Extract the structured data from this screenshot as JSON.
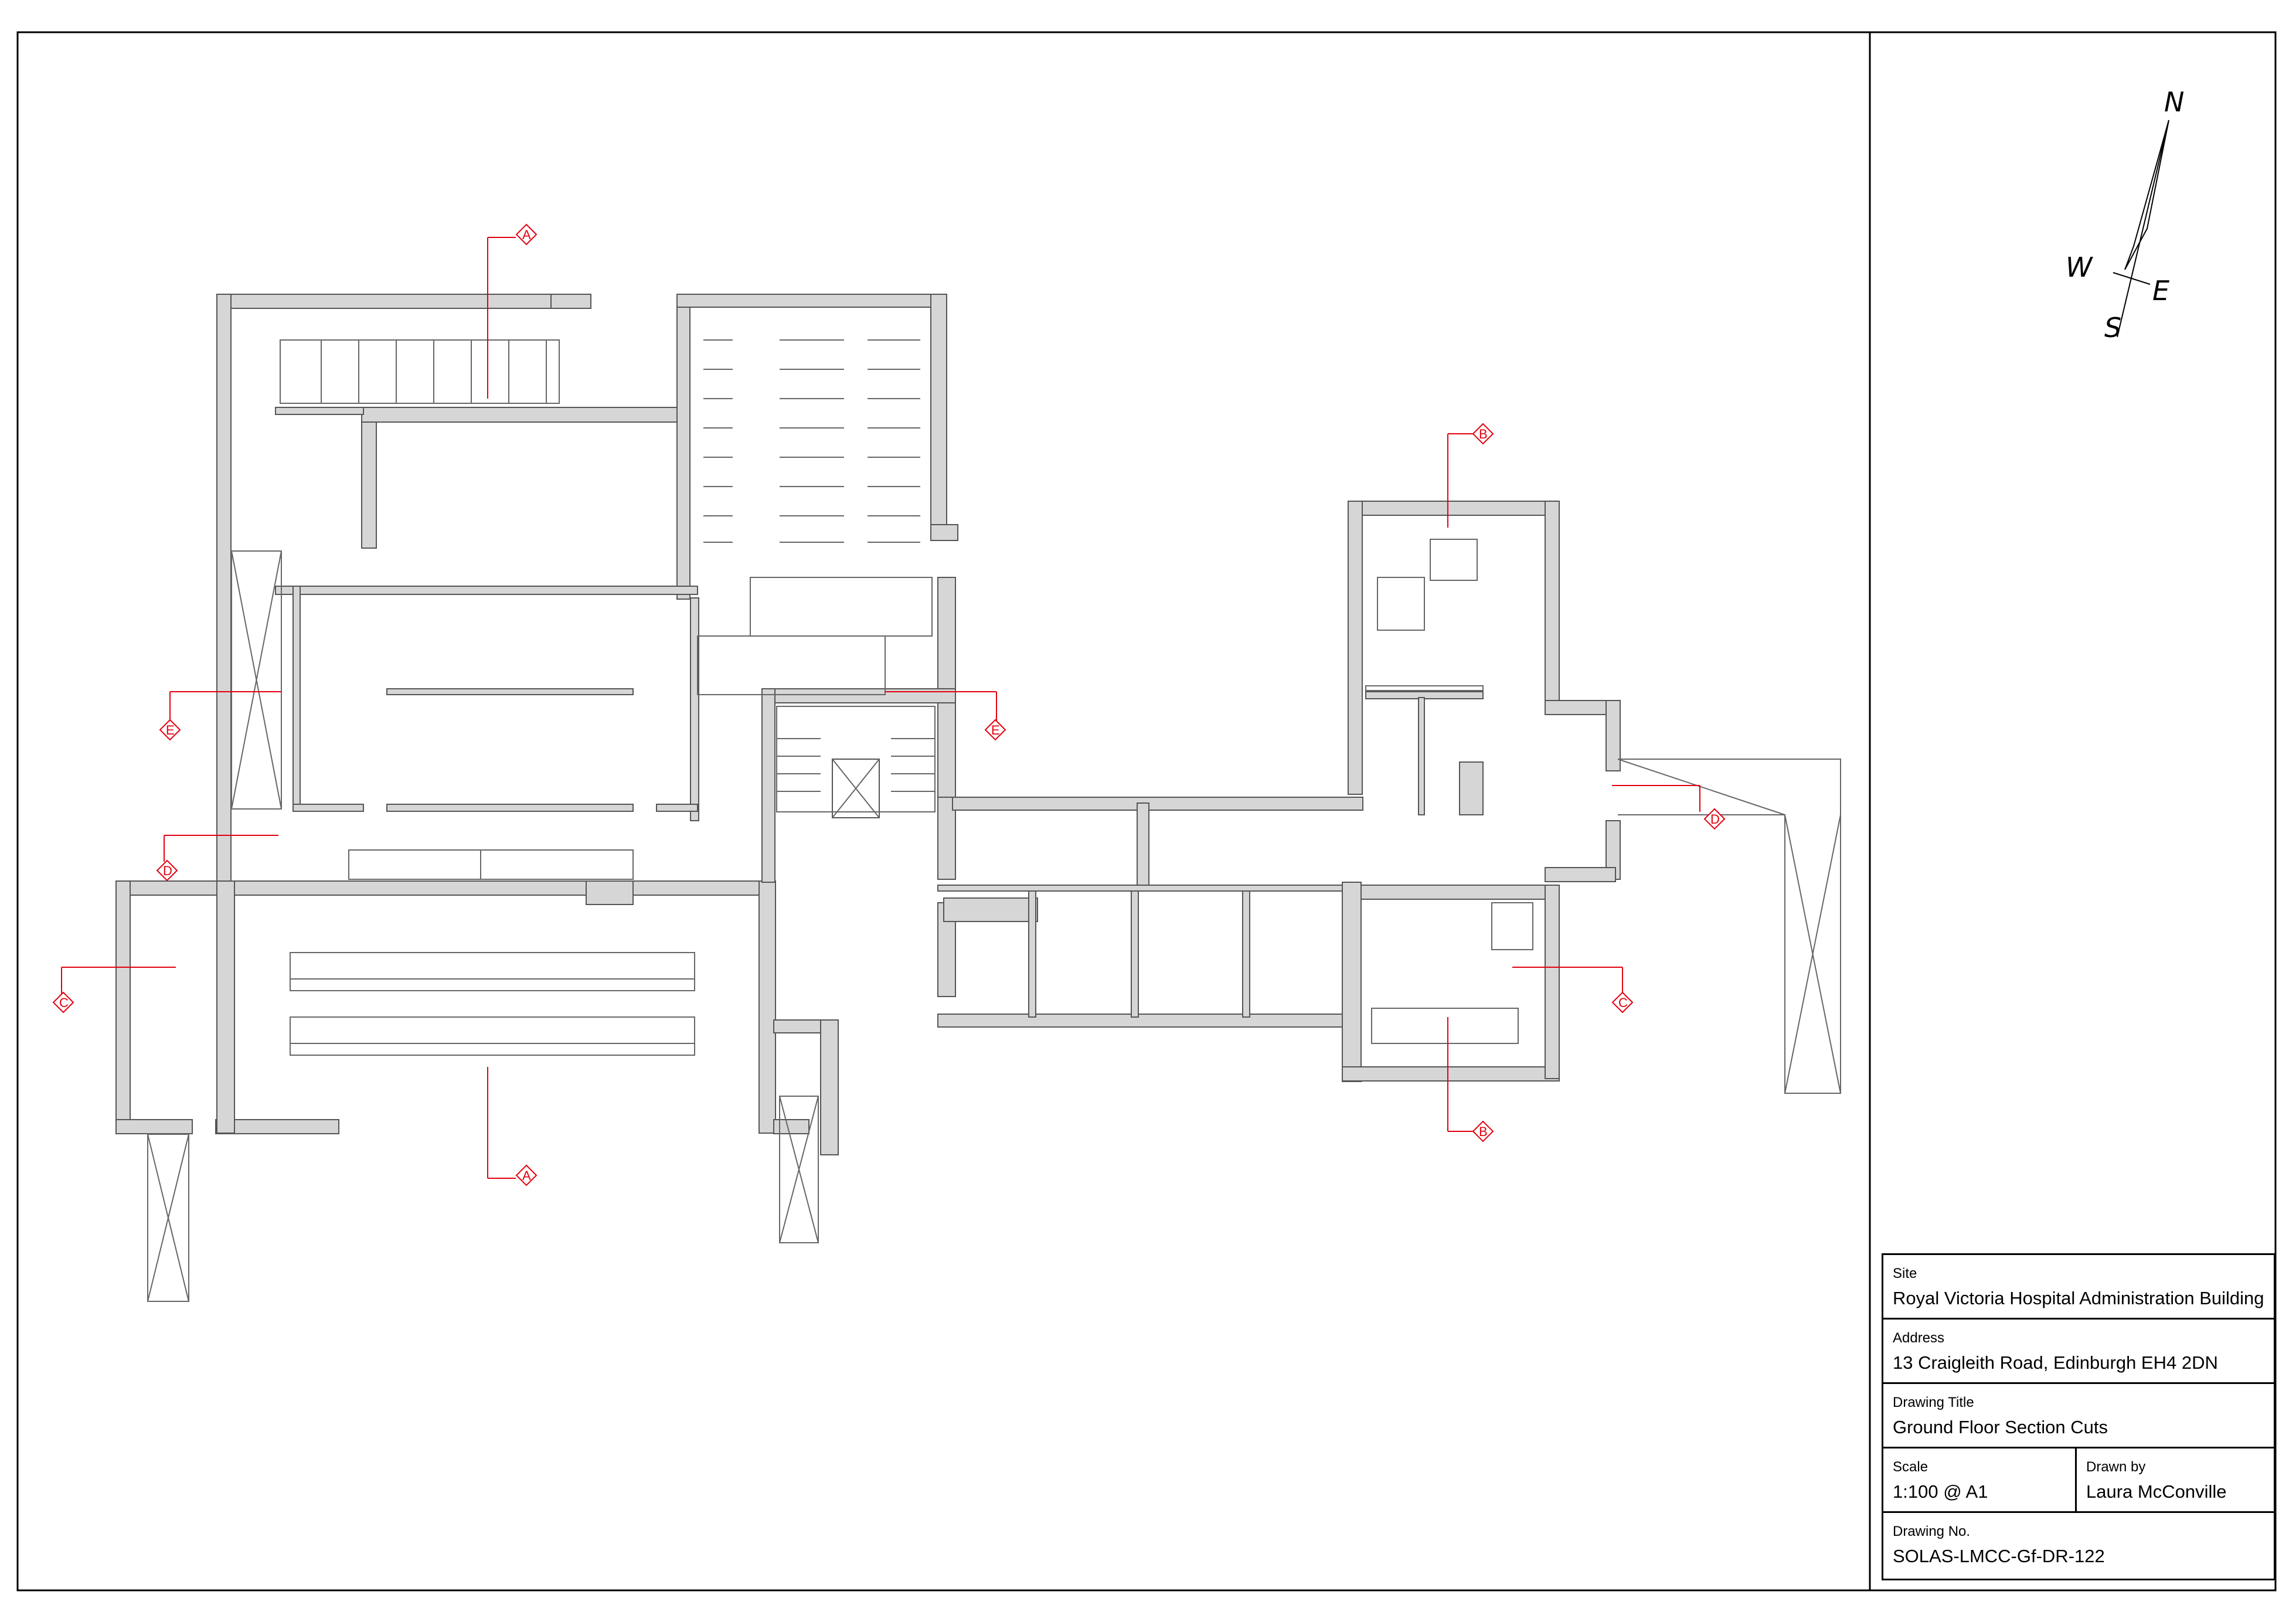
{
  "drawing": {
    "compass": {
      "north": "N",
      "south": "S",
      "east": "E",
      "west": "W"
    },
    "section_markers": [
      "A",
      "B",
      "C",
      "D",
      "E"
    ],
    "section_color": "#e3000f",
    "wall_color": "#d6d6d6"
  },
  "title_block": {
    "site_label": "Site",
    "site_value": "Royal Victoria Hospital Administration Building",
    "address_label": "Address",
    "address_value": "13 Craigleith Road, Edinburgh EH4 2DN",
    "drawing_title_label": "Drawing Title",
    "drawing_title_value": "Ground Floor Section Cuts",
    "scale_label": "Scale",
    "scale_value": "1:100 @ A1",
    "drawn_by_label": "Drawn by",
    "drawn_by_value": "Laura McConville",
    "drawing_no_label": "Drawing No.",
    "drawing_no_value": "SOLAS-LMCC-Gf-DR-122"
  }
}
